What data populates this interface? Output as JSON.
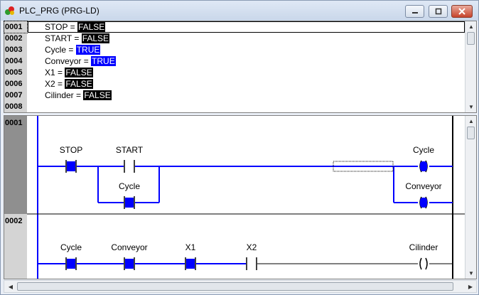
{
  "window": {
    "title": "PLC_PRG (PRG-LD)"
  },
  "declarations": {
    "line_numbers": [
      "0001",
      "0002",
      "0003",
      "0004",
      "0005",
      "0006",
      "0007",
      "0008"
    ],
    "rows": [
      {
        "name": "STOP",
        "value": "FALSE"
      },
      {
        "name": "START",
        "value": "FALSE"
      },
      {
        "name": "Cycle",
        "value": "TRUE"
      },
      {
        "name": "Conveyor",
        "value": "TRUE"
      },
      {
        "name": "X1",
        "value": "FALSE"
      },
      {
        "name": "X2",
        "value": "FALSE"
      },
      {
        "name": "Cilinder",
        "value": "FALSE"
      }
    ]
  },
  "networks": [
    {
      "number": "0001",
      "contacts": [
        "STOP",
        "START",
        "Cycle"
      ],
      "coils": [
        "Cycle",
        "Conveyor"
      ]
    },
    {
      "number": "0002",
      "contacts": [
        "Cycle",
        "Conveyor",
        "X1",
        "X2"
      ],
      "coils": [
        "Cilinder"
      ]
    }
  ],
  "colors": {
    "true_value": "#0000ff",
    "false_value": "#000000",
    "energized": "#0000ff",
    "rung": "#000000"
  }
}
